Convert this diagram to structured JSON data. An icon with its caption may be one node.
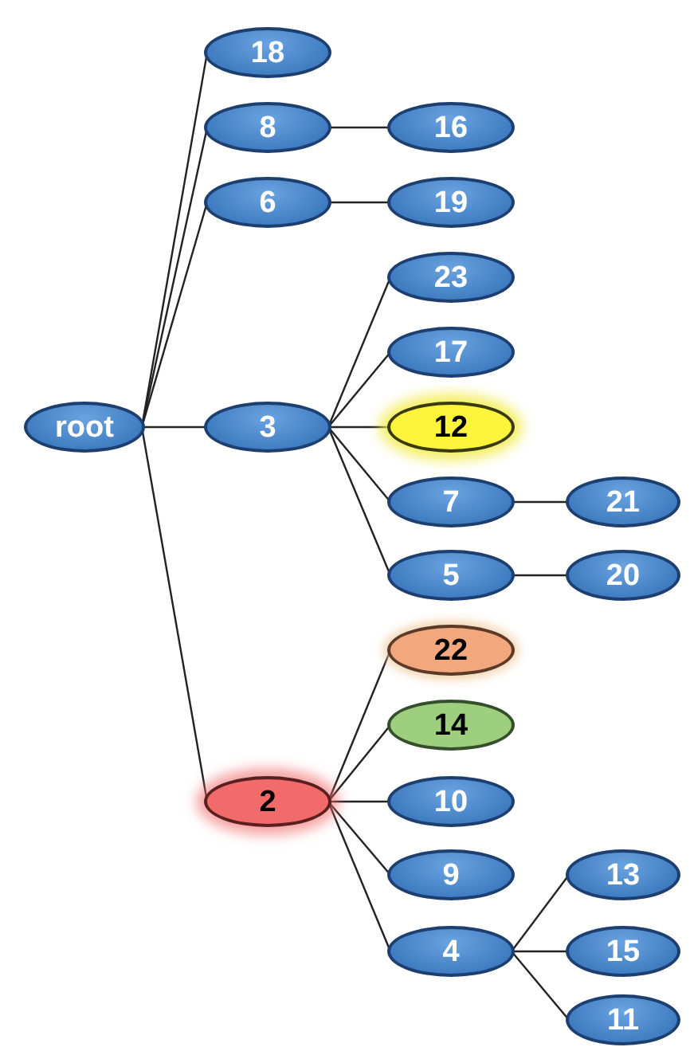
{
  "diagram": {
    "nodes": [
      {
        "text": [
          "root"
        ]
      },
      {
        "text": [
          "18"
        ]
      },
      {
        "text": [
          "8"
        ]
      },
      {
        "text": [
          "16"
        ]
      },
      {
        "text": [
          "6"
        ]
      },
      {
        "text": [
          "19"
        ]
      },
      {
        "text": [
          "3"
        ]
      },
      {
        "text": [
          "23"
        ]
      },
      {
        "text": [
          "17"
        ]
      },
      {
        "text": [
          "12"
        ]
      },
      {
        "text": [
          "7"
        ]
      },
      {
        "text": [
          "21"
        ]
      },
      {
        "text": [
          "5"
        ]
      },
      {
        "text": [
          "20"
        ]
      },
      {
        "text": [
          "2"
        ]
      },
      {
        "text": [
          "22"
        ]
      },
      {
        "text": [
          "14"
        ]
      },
      {
        "text": [
          "10"
        ]
      },
      {
        "text": [
          "9"
        ]
      },
      {
        "text": [
          "13"
        ]
      },
      {
        "text": [
          "4"
        ]
      },
      {
        "text": [
          "15"
        ]
      },
      {
        "text": [
          "11"
        ]
      }
    ],
    "edges": [
      {
        "from": 0,
        "to": 1,
        "arrow": "none"
      },
      {
        "from": 0,
        "to": 2,
        "arrow": "none"
      },
      {
        "from": 2,
        "to": 3,
        "arrow": "none"
      },
      {
        "from": 0,
        "to": 4,
        "arrow": "none"
      },
      {
        "from": 4,
        "to": 5,
        "arrow": "none"
      },
      {
        "from": 0,
        "to": 6,
        "arrow": "none"
      },
      {
        "from": 6,
        "to": 7,
        "arrow": "none"
      },
      {
        "from": 6,
        "to": 8,
        "arrow": "none"
      },
      {
        "from": 6,
        "to": 9,
        "arrow": "none"
      },
      {
        "from": 6,
        "to": 10,
        "arrow": "none"
      },
      {
        "from": 10,
        "to": 11,
        "arrow": "none"
      },
      {
        "from": 6,
        "to": 12,
        "arrow": "none"
      },
      {
        "from": 12,
        "to": 13,
        "arrow": "none"
      },
      {
        "from": 0,
        "to": 14,
        "arrow": "none"
      },
      {
        "from": 14,
        "to": 15,
        "arrow": "none"
      },
      {
        "from": 14,
        "to": 16,
        "arrow": "none"
      },
      {
        "from": 14,
        "to": 17,
        "arrow": "none"
      },
      {
        "from": 14,
        "to": 18,
        "arrow": "none"
      },
      {
        "from": 14,
        "to": 20,
        "arrow": "none"
      },
      {
        "from": 20,
        "to": 19,
        "arrow": "none"
      },
      {
        "from": 20,
        "to": 21,
        "arrow": "none"
      },
      {
        "from": 20,
        "to": 22,
        "arrow": "none"
      }
    ]
  }
}
